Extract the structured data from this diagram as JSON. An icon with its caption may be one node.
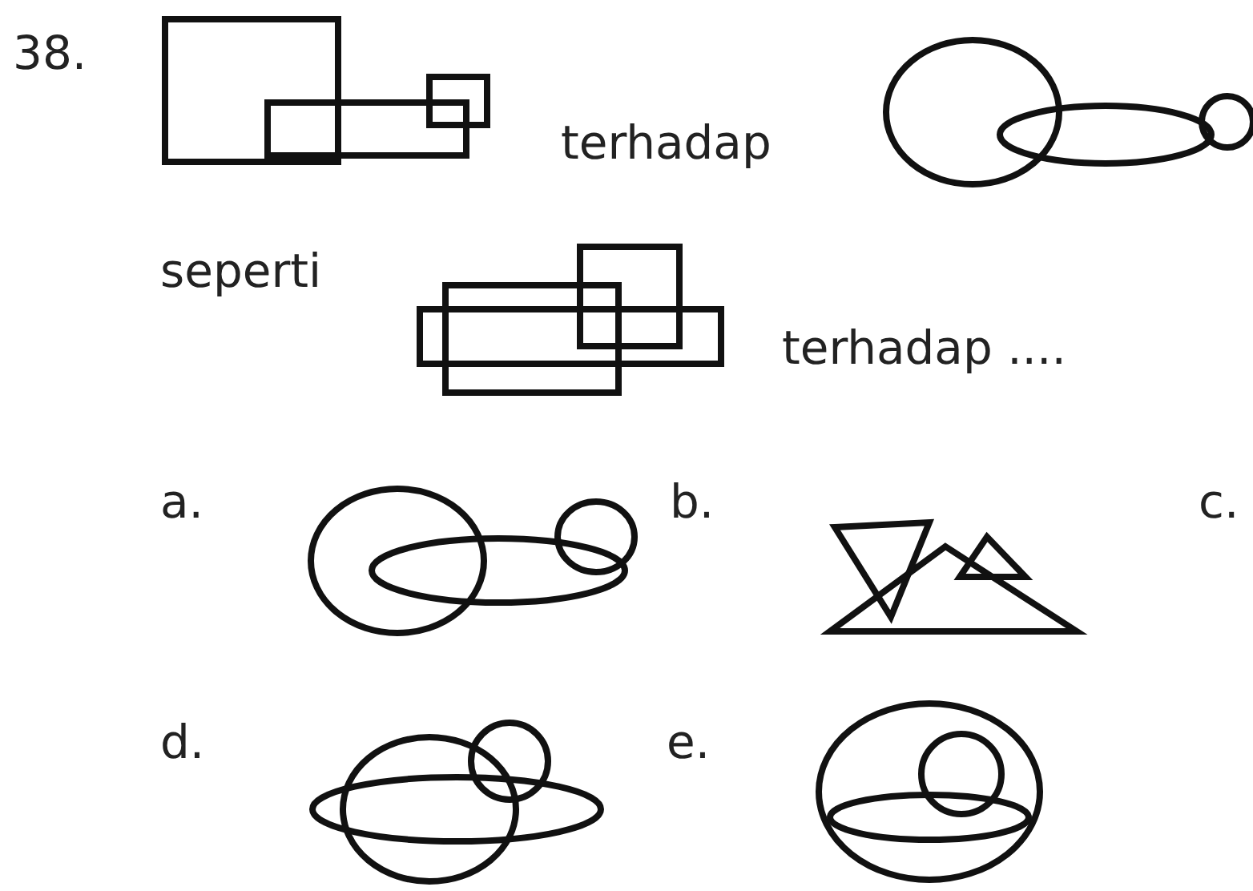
{
  "diagram": {
    "labels": [
      "38.",
      "terhadap",
      "seperti",
      "terhadap ....",
      "a.",
      "b.",
      "c.",
      "d.",
      "e."
    ]
  }
}
